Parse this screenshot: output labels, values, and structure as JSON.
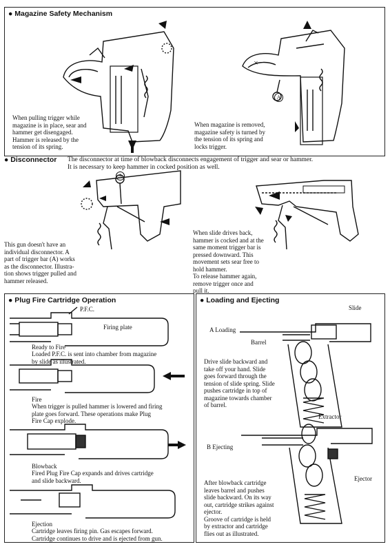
{
  "magazine_safety": {
    "title": "Magazine Safety Mechanism",
    "caption_left": "When pulling trigger while\nmagazine is in place, sear and\nhammer get disengaged.\nHammer is released by the\ntension of its spring.",
    "caption_right": "When magazine is removed,\nmagazine safety is turned by\nthe tension of its spring and\nlocks trigger.",
    "label_a": "A",
    "label_x": "×"
  },
  "disconnector": {
    "title": "Disconnector",
    "description_line1": "The disconnector at time of blowback disconnects engagement of trigger and sear or hammer.",
    "description_line2": "It is necessary to keep hammer in cocked position as well.",
    "label_a": "A",
    "caption_left": "This gun doesn't have an\nindividual disconnector. A\npart of trigger bar (A) works\nas the disconnector. Illustra-\ntion shows trigger pulled and\nhammer released.",
    "caption_right": "When slide drives back,\nhammer is cocked and at the\nsame moment trigger bar is\npressed downward. This\nmovement sets sear free to\nhold hammer.\nTo release hammer again,\nremove trigger once and\npull it."
  },
  "pfc": {
    "title": "Plug Fire Cartridge Operation",
    "label_pfc": "P.F.C.",
    "label_firing_plate": "Firing plate",
    "step1_title": "Ready to Fire",
    "step1_text": "Loaded P.F.C. is sent into chamber from magazine\nby slide as illustrated.",
    "step2_title": "Fire",
    "step2_text": "When trigger is pulled hammer is lowered and firing\nplate goes forward. These operations make Plug\nFire Cap explode.",
    "step3_title": "Blowback",
    "step3_text": "Fired Plug Fire Cap expands and drives cartridge\nand slide backward.",
    "step4_title": "Ejection",
    "step4_text": "Cartridge leaves firing pin. Gas escapes forward.\nCartridge continues to drive and is ejected from gun."
  },
  "loading": {
    "title": "Loading and Ejecting",
    "label_slide": "Slide",
    "label_a_loading": "A Loading",
    "label_barrel": "Barrel",
    "text_a": "Drive slide backward and\ntake off your hand. Slide\ngoes forward through the\ntension of slide spring. Slide\npushes cartridge in top of\nmagazine towards chamber\nof barrel.",
    "label_extractor": "Extractor",
    "label_b_ejecting": "B Ejecting",
    "label_ejector": "Ejector",
    "text_b": "After blowback cartridge\nleaves barrel and pushes\nslide backward. On its way\nout, cartridge strikes against\nejector.\nGroove of cartridge is held\nby extractor and cartridge\nflies out as illustrated."
  }
}
